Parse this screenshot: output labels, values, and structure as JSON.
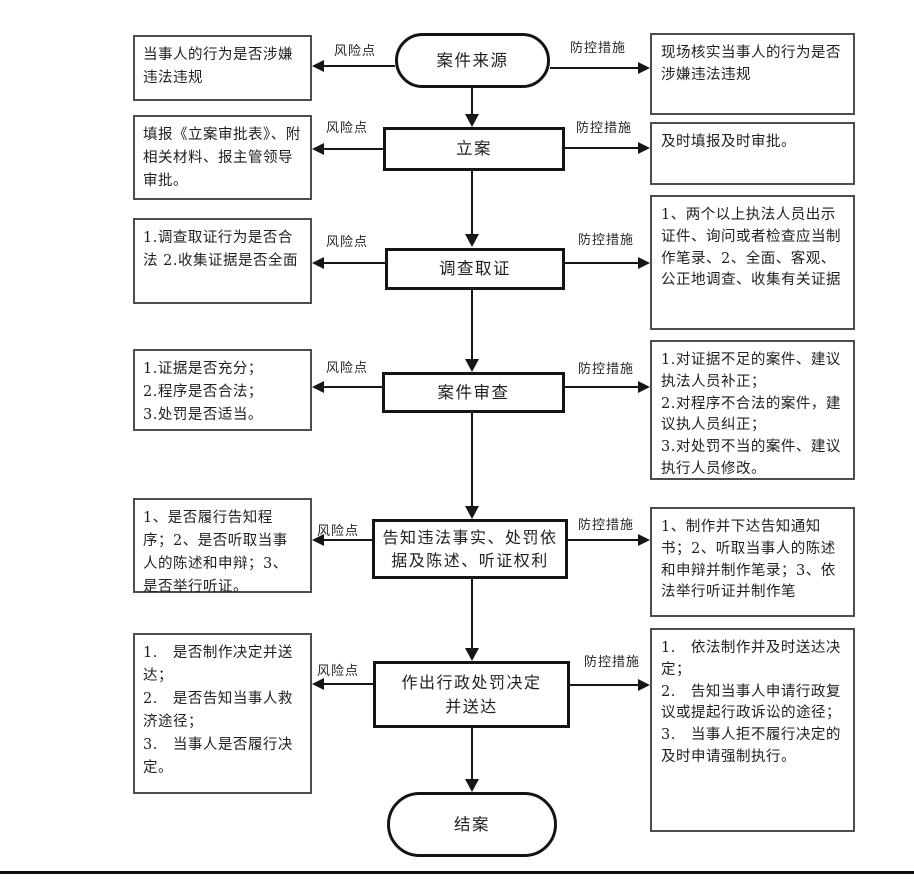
{
  "diagram": {
    "arrow_labels": {
      "risk": "风险点",
      "control": "防控措施"
    },
    "flow_nodes": {
      "source": "案件来源",
      "filing": "立案",
      "investigate": "调查取证",
      "review": "案件审查",
      "notify": "告知违法事实、处罚依\n据及陈述、听证权利",
      "decide": "作出行政处罚决定\n并送达",
      "close": "结案"
    },
    "risk_points": [
      "当事人的行为是否涉嫌违法违规",
      "填报《立案审批表》、附相关材料、报主管领导审批。",
      "1.调查取证行为是否合法 2.收集证据是否全面",
      "1.证据是否充分；\n2.程序是否合法；\n3.处罚是否适当。",
      "1、是否履行告知程序；2、是否听取当事人的陈述和申辩；3、是否举行听证。",
      "1.　是否制作决定并送达；\n2.　是否告知当事人救济途径；\n3.　当事人是否履行决定。"
    ],
    "control_measures": [
      "现场核实当事人的行为是否涉嫌违法违规",
      "及时填报及时审批。",
      "1、两个以上执法人员出示证件、询问或者检查应当制作笔录、2、全面、客观、公正地调查、收集有关证据",
      "1.对证据不足的案件、建议执法人员补正；\n2.对程序不合法的案件，建议执人员纠正；\n3.对处罚不当的案件、建议执行人员修改。",
      "1、制作并下达告知通知书；2、听取当事人的陈述和申辩并制作笔录；3、依法举行听证并制作笔",
      "1.　依法制作并及时送达决定；\n2.　告知当事人申请行政复议或提起行政诉讼的途径；\n3.　当事人拒不履行决定的及时申请强制执行。"
    ],
    "colors": {
      "line": "#161616",
      "side_box_border": "#4d4d4d",
      "node_border": "#141414"
    }
  }
}
